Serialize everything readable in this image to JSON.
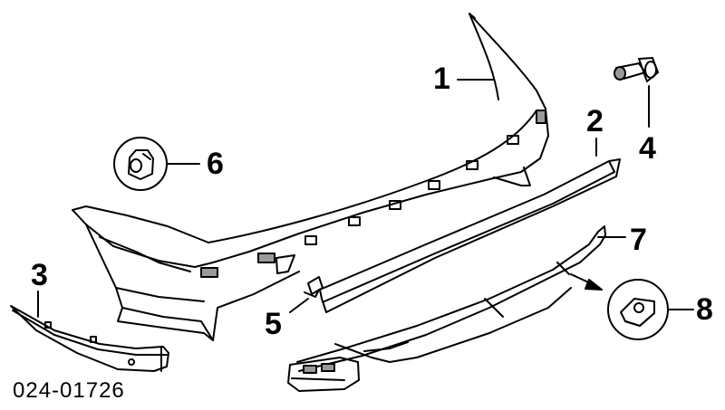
{
  "diagram": {
    "callouts": [
      {
        "id": "1",
        "label": "1",
        "part": "bumper-trim-panel"
      },
      {
        "id": "2",
        "label": "2",
        "part": "trim-strip"
      },
      {
        "id": "3",
        "label": "3",
        "part": "corner-trim-strip"
      },
      {
        "id": "4",
        "label": "4",
        "part": "clip-fastener"
      },
      {
        "id": "5",
        "label": "5",
        "part": "small-bracket"
      },
      {
        "id": "6",
        "label": "6",
        "part": "nut"
      },
      {
        "id": "7",
        "label": "7",
        "part": "carrier-bracket"
      },
      {
        "id": "8",
        "label": "8",
        "part": "clip-nut"
      }
    ],
    "catalog_number": "024-01726"
  },
  "colors": {
    "line": "#000000",
    "background": "#ffffff",
    "shade": "#9a9a9a"
  }
}
